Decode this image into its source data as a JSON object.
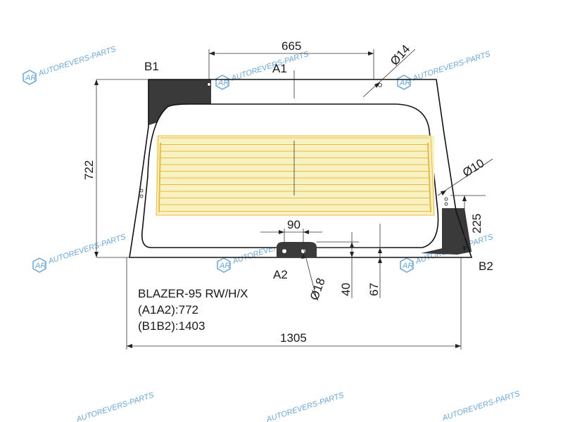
{
  "watermark": {
    "text": "AUTOREVERS-PARTS",
    "logo": "AR",
    "color": "#6aa6d6"
  },
  "model": {
    "name": "BLAZER-95 RW/H/X",
    "a1a2": "(A1A2):772",
    "b1b2": "(B1B2):1403"
  },
  "points": {
    "a1": "A1",
    "a2": "A2",
    "b1": "B1",
    "b2": "B2"
  },
  "dimensions": {
    "width_bottom": "1305",
    "top_span": "665",
    "height": "722",
    "hole_14": "Ø14",
    "hole_10": "Ø10",
    "hole_18": "Ø18",
    "offset_225": "225",
    "width_90": "90",
    "depth_40": "40",
    "depth_67": "67"
  },
  "colors": {
    "heater_lines": "#e8b84a",
    "heater_fill": "#f7f2c0",
    "black_band": "#3a3a3a",
    "outline": "#111111"
  }
}
